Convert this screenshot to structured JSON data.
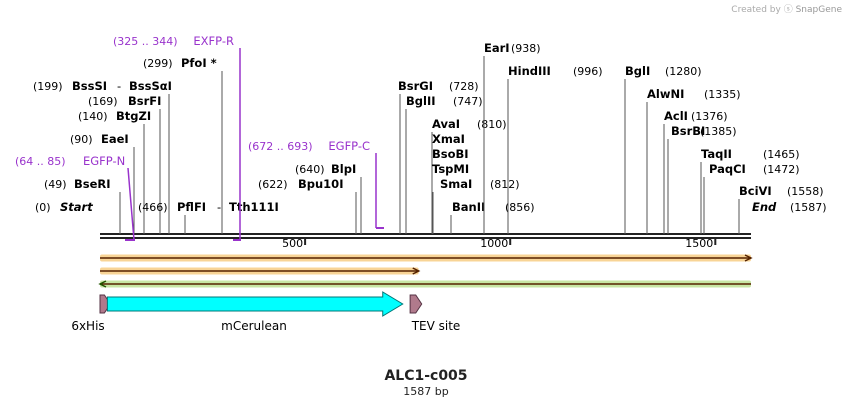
{
  "credit": {
    "prefix": "Created by",
    "brand": "SnapGene"
  },
  "plasmid": {
    "name": "ALC1-c005",
    "length_label": "1587 bp",
    "length": 1587
  },
  "ruler": {
    "ticks": [
      500,
      1000,
      1500
    ]
  },
  "sites": [
    {
      "name": "Start",
      "pos": 0,
      "pos_label": "(0)",
      "italic": true
    },
    {
      "name": "BseRI",
      "pos": 49,
      "pos_label": "(49)"
    },
    {
      "name": "EaeI",
      "pos": 90,
      "pos_label": "(90)"
    },
    {
      "name": "BtgZI",
      "pos": 140,
      "pos_label": "(140)"
    },
    {
      "name": "BsrFI",
      "pos": 169,
      "pos_label": "(169)"
    },
    {
      "name": "BssSI",
      "pos": 199,
      "pos_label": "(199)",
      "pair": "BssSαI",
      "pair_sep": "-"
    },
    {
      "name": "PfoI *",
      "pos": 299,
      "pos_label": "(299)"
    },
    {
      "name": "PflFI",
      "pos": 466,
      "pos_label": "(466)",
      "pair": "Tth111I",
      "pair_sep": "-"
    },
    {
      "name": "Bpu10I",
      "pos": 622,
      "pos_label": "(622)"
    },
    {
      "name": "BlpI",
      "pos": 640,
      "pos_label": "(640)"
    },
    {
      "name": "BsrGI",
      "pos": 728,
      "pos_label": "(728)"
    },
    {
      "name": "BglII",
      "pos": 747,
      "pos_label": "(747)"
    },
    {
      "name": "AvaI",
      "pos": 810,
      "pos_label": "(810)"
    },
    {
      "name": "XmaI",
      "pos": 810,
      "pos_label": ""
    },
    {
      "name": "BsoBI",
      "pos": 810,
      "pos_label": ""
    },
    {
      "name": "TspMI",
      "pos": 810,
      "pos_label": ""
    },
    {
      "name": "SmaI",
      "pos": 812,
      "pos_label": "(812)"
    },
    {
      "name": "BanII",
      "pos": 856,
      "pos_label": "(856)"
    },
    {
      "name": "EarI",
      "pos": 938,
      "pos_label": "(938)"
    },
    {
      "name": "HindIII",
      "pos": 996,
      "pos_label": "(996)"
    },
    {
      "name": "BglI",
      "pos": 1280,
      "pos_label": "(1280)"
    },
    {
      "name": "AlwNI",
      "pos": 1335,
      "pos_label": "(1335)"
    },
    {
      "name": "AclI",
      "pos": 1376,
      "pos_label": "(1376)"
    },
    {
      "name": "BsrBI",
      "pos": 1385,
      "pos_label": "(1385)"
    },
    {
      "name": "TaqII",
      "pos": 1465,
      "pos_label": "(1465)"
    },
    {
      "name": "PaqCI",
      "pos": 1472,
      "pos_label": "(1472)"
    },
    {
      "name": "BciVI",
      "pos": 1558,
      "pos_label": "(1558)"
    },
    {
      "name": "End",
      "pos": 1587,
      "pos_label": "(1587)",
      "italic": true
    }
  ],
  "primers": [
    {
      "name": "EXFP-R",
      "range_label": "(325 .. 344)",
      "start": 325,
      "end": 344,
      "direction": "reverse"
    },
    {
      "name": "EGFP-N",
      "range_label": "(64 .. 85)",
      "start": 64,
      "end": 85,
      "direction": "reverse"
    },
    {
      "name": "EGFP-C",
      "range_label": "(672 .. 693)",
      "start": 672,
      "end": 693,
      "direction": "forward"
    }
  ],
  "features": [
    {
      "name": "6xHis",
      "start": 0,
      "end": 18,
      "kind": "tag",
      "color": "#b07a8c"
    },
    {
      "name": "mCerulean",
      "start": 18,
      "end": 738,
      "kind": "cds",
      "color": "#00ffff"
    },
    {
      "name": "TEV site",
      "start": 756,
      "end": 777,
      "kind": "site",
      "color": "#b07a8c"
    }
  ],
  "orfs": [
    {
      "start": 0,
      "end": 1587,
      "direction": "forward",
      "color": "#f2b040"
    },
    {
      "start": 0,
      "end": 777,
      "direction": "forward",
      "color": "#f2b040"
    },
    {
      "start": 0,
      "end": 1587,
      "direction": "reverse",
      "color": "#9bd25a"
    }
  ],
  "colors": {
    "enzyme": "#000000",
    "primer": "#9933cc",
    "line": "#333333"
  }
}
